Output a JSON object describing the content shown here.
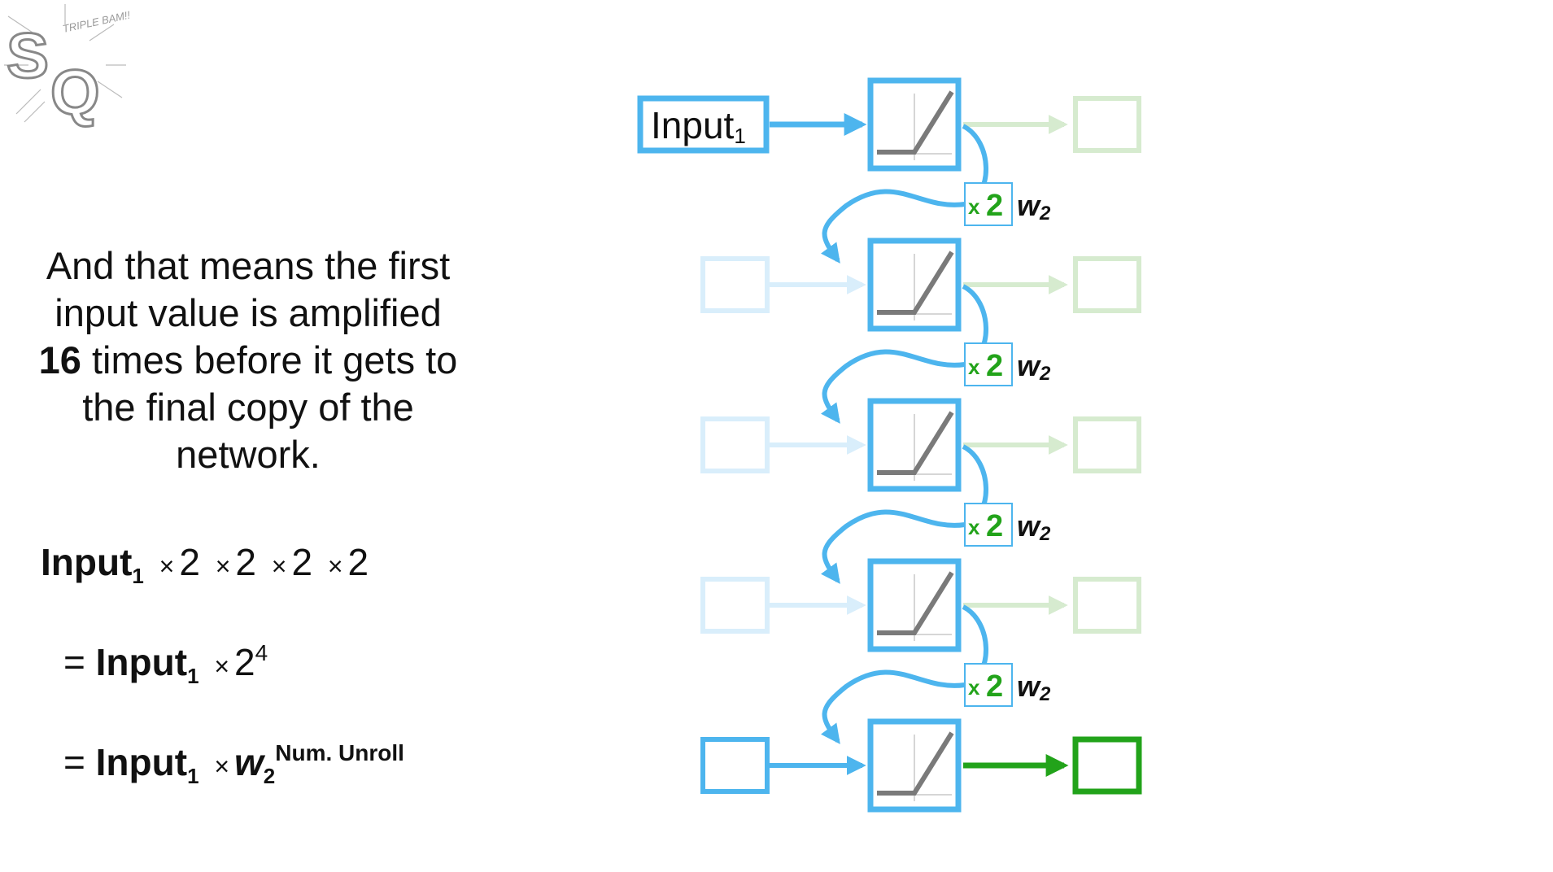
{
  "logo": {
    "letters": "SQ",
    "tagline": "TRIPLE BAM!!!"
  },
  "explanation": {
    "part1": "And that means the first input value is amplified",
    "bold_number": "16",
    "part2": "times before it gets to the final copy of the network."
  },
  "equations": {
    "line1": {
      "input": "Input",
      "sub": "1",
      "terms": [
        "×",
        "2",
        "×",
        "2",
        "×",
        "2",
        "×",
        "2"
      ]
    },
    "line2": {
      "eq": "=",
      "input": "Input",
      "sub": "1",
      "times": "×",
      "base": "2",
      "exp": "4"
    },
    "line3": {
      "eq": "=",
      "input": "Input",
      "sub": "1",
      "times": "×",
      "w": "w",
      "w_sub": "2",
      "exp": "Num. Unroll"
    }
  },
  "diagram": {
    "input_label": "Input",
    "input_sub": "1",
    "weight_times": "x",
    "weight_value": "2",
    "weight_name": "w",
    "weight_sub": "2",
    "unrolled_copies": 5,
    "colors": {
      "blue": "#4db5ee",
      "light_blue": "#d9eefb",
      "green": "#22a31a",
      "light_green": "#d6ebcf",
      "relu_gray": "#7a7a7a"
    }
  }
}
